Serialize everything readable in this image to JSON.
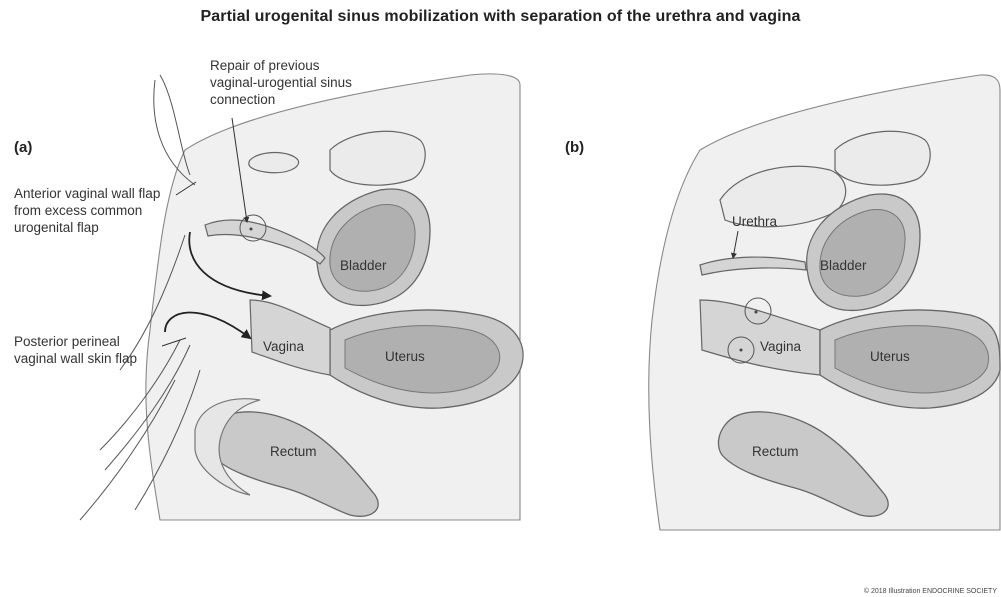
{
  "title": "Partial urogenital sinus mobilization with separation of the urethra and vagina",
  "panels": {
    "a": {
      "label": "(a)",
      "annotations": {
        "repair": [
          "Repair of previous",
          "vaginal-urogential sinus",
          "connection"
        ],
        "anterior_flap": [
          "Anterior vaginal wall flap",
          "from excess common",
          "urogenital flap"
        ],
        "posterior_flap": [
          "Posterior perineal",
          "vaginal wall skin flap"
        ]
      },
      "organs": {
        "bladder": "Bladder",
        "vagina": "Vagina",
        "uterus": "Uterus",
        "rectum": "Rectum"
      }
    },
    "b": {
      "label": "(b)",
      "organs": {
        "urethra": "Urethra",
        "bladder": "Bladder",
        "vagina": "Vagina",
        "uterus": "Uterus",
        "rectum": "Rectum"
      }
    }
  },
  "copyright": "© 2018 Illustration ENDOCRINE SOCIETY"
}
